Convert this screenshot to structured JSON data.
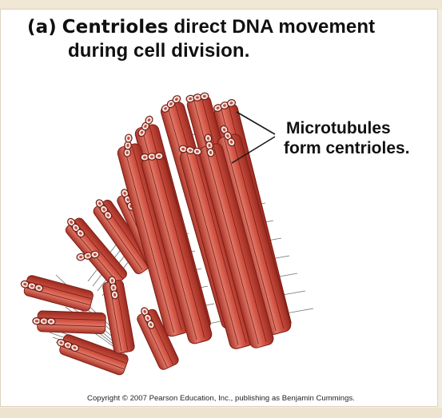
{
  "heading": {
    "part_label": "(a)",
    "keyword": "Centrioles",
    "line1_rest": "direct DNA movement",
    "line2": "during cell division."
  },
  "callout": {
    "line1": "Microtubules",
    "line2": "form centrioles."
  },
  "copyright": "Copyright © 2007 Pearson Education, Inc., publishing as Benjamin Cummings.",
  "colors": {
    "tubule_fill": "#d4574a",
    "tubule_highlight": "#ee9d8c",
    "tubule_shadow": "#98291f",
    "link_lines": "#6b6b6b",
    "text": "#111111"
  }
}
